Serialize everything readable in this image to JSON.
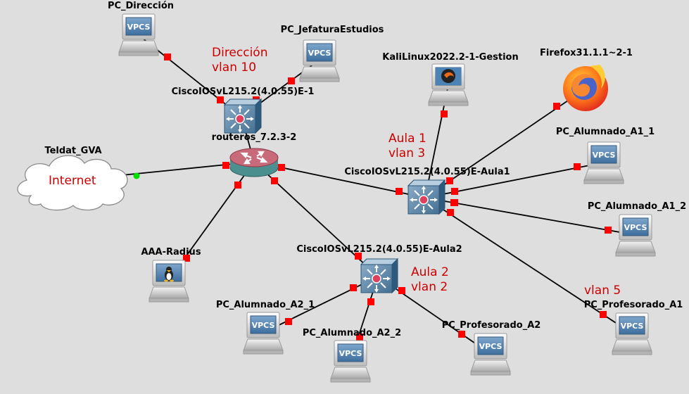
{
  "nodes": {
    "pc_direccion": {
      "label": "PC_Dirección",
      "icon": "vpcs-icon",
      "icon_text": "VPCS"
    },
    "pc_jefatura": {
      "label": "PC_JefaturaEstudios",
      "icon": "vpcs-icon",
      "icon_text": "VPCS"
    },
    "sw_e1": {
      "label": "CiscoIOSvL215.2(4.0.55)E-1",
      "icon": "switch-icon"
    },
    "router": {
      "label": "routeros_7.2.3-2",
      "icon": "router-icon"
    },
    "kali": {
      "label": "KaliLinux2022.2-1-Gestion",
      "icon": "kali-icon"
    },
    "firefox": {
      "label": "Firefox31.1.1~2-1",
      "icon": "firefox-icon"
    },
    "teldat": {
      "label": "Teldat_GVA",
      "icon": "cloud-icon",
      "cloud_text": "Internet"
    },
    "sw_aula1": {
      "label": "CiscoIOSvL215.2(4.0.55)E-Aula1",
      "icon": "switch-icon"
    },
    "pc_a1_1": {
      "label": "PC_Alumnado_A1_1",
      "icon": "vpcs-icon",
      "icon_text": "VPCS"
    },
    "pc_a1_2": {
      "label": "PC_Alumnado_A1_2",
      "icon": "vpcs-icon",
      "icon_text": "VPCS"
    },
    "aaa": {
      "label": "AAA-Radius",
      "icon": "linux-icon"
    },
    "sw_aula2": {
      "label": "CiscoIOSvL215.2(4.0.55)E-Aula2",
      "icon": "switch-icon"
    },
    "pc_a2_1": {
      "label": "PC_Alumnado_A2_1",
      "icon": "vpcs-icon",
      "icon_text": "VPCS"
    },
    "pc_a2_2": {
      "label": "PC_Alumnado_A2_2",
      "icon": "vpcs-icon",
      "icon_text": "VPCS"
    },
    "pc_prof_a2": {
      "label": "PC_Profesorado_A2",
      "icon": "vpcs-icon",
      "icon_text": "VPCS"
    },
    "pc_prof_a1": {
      "label": "PC_Profesorado_A1",
      "icon": "vpcs-icon",
      "icon_text": "VPCS"
    }
  },
  "notes": {
    "direccion": "Dirección\nvlan 10",
    "aula1": "Aula 1\nvlan 3",
    "aula2": "Aula 2\nvlan 2",
    "vlan5": "vlan 5"
  },
  "links": [
    {
      "from": "pc_direccion",
      "to": "sw_e1",
      "status": "stopped"
    },
    {
      "from": "pc_jefatura",
      "to": "sw_e1",
      "status": "stopped"
    },
    {
      "from": "sw_e1",
      "to": "router",
      "status": "stopped"
    },
    {
      "from": "teldat",
      "to": "router",
      "status": "mixed"
    },
    {
      "from": "router",
      "to": "aaa",
      "status": "stopped"
    },
    {
      "from": "router",
      "to": "sw_aula1",
      "status": "stopped"
    },
    {
      "from": "router",
      "to": "sw_aula2",
      "status": "stopped"
    },
    {
      "from": "kali",
      "to": "sw_aula1",
      "status": "stopped"
    },
    {
      "from": "firefox",
      "to": "sw_aula1",
      "status": "stopped"
    },
    {
      "from": "pc_a1_1",
      "to": "sw_aula1",
      "status": "stopped"
    },
    {
      "from": "pc_a1_2",
      "to": "sw_aula1",
      "status": "stopped"
    },
    {
      "from": "pc_prof_a1",
      "to": "sw_aula1",
      "status": "stopped"
    },
    {
      "from": "pc_a2_1",
      "to": "sw_aula2",
      "status": "stopped"
    },
    {
      "from": "pc_a2_2",
      "to": "sw_aula2",
      "status": "stopped"
    },
    {
      "from": "pc_prof_a2",
      "to": "sw_aula2",
      "status": "stopped"
    }
  ],
  "colors": {
    "background": "#dedede",
    "link": "#000000",
    "port_stopped": "#ff0000",
    "port_started": "#00dd00",
    "note_text": "#cc0000"
  }
}
